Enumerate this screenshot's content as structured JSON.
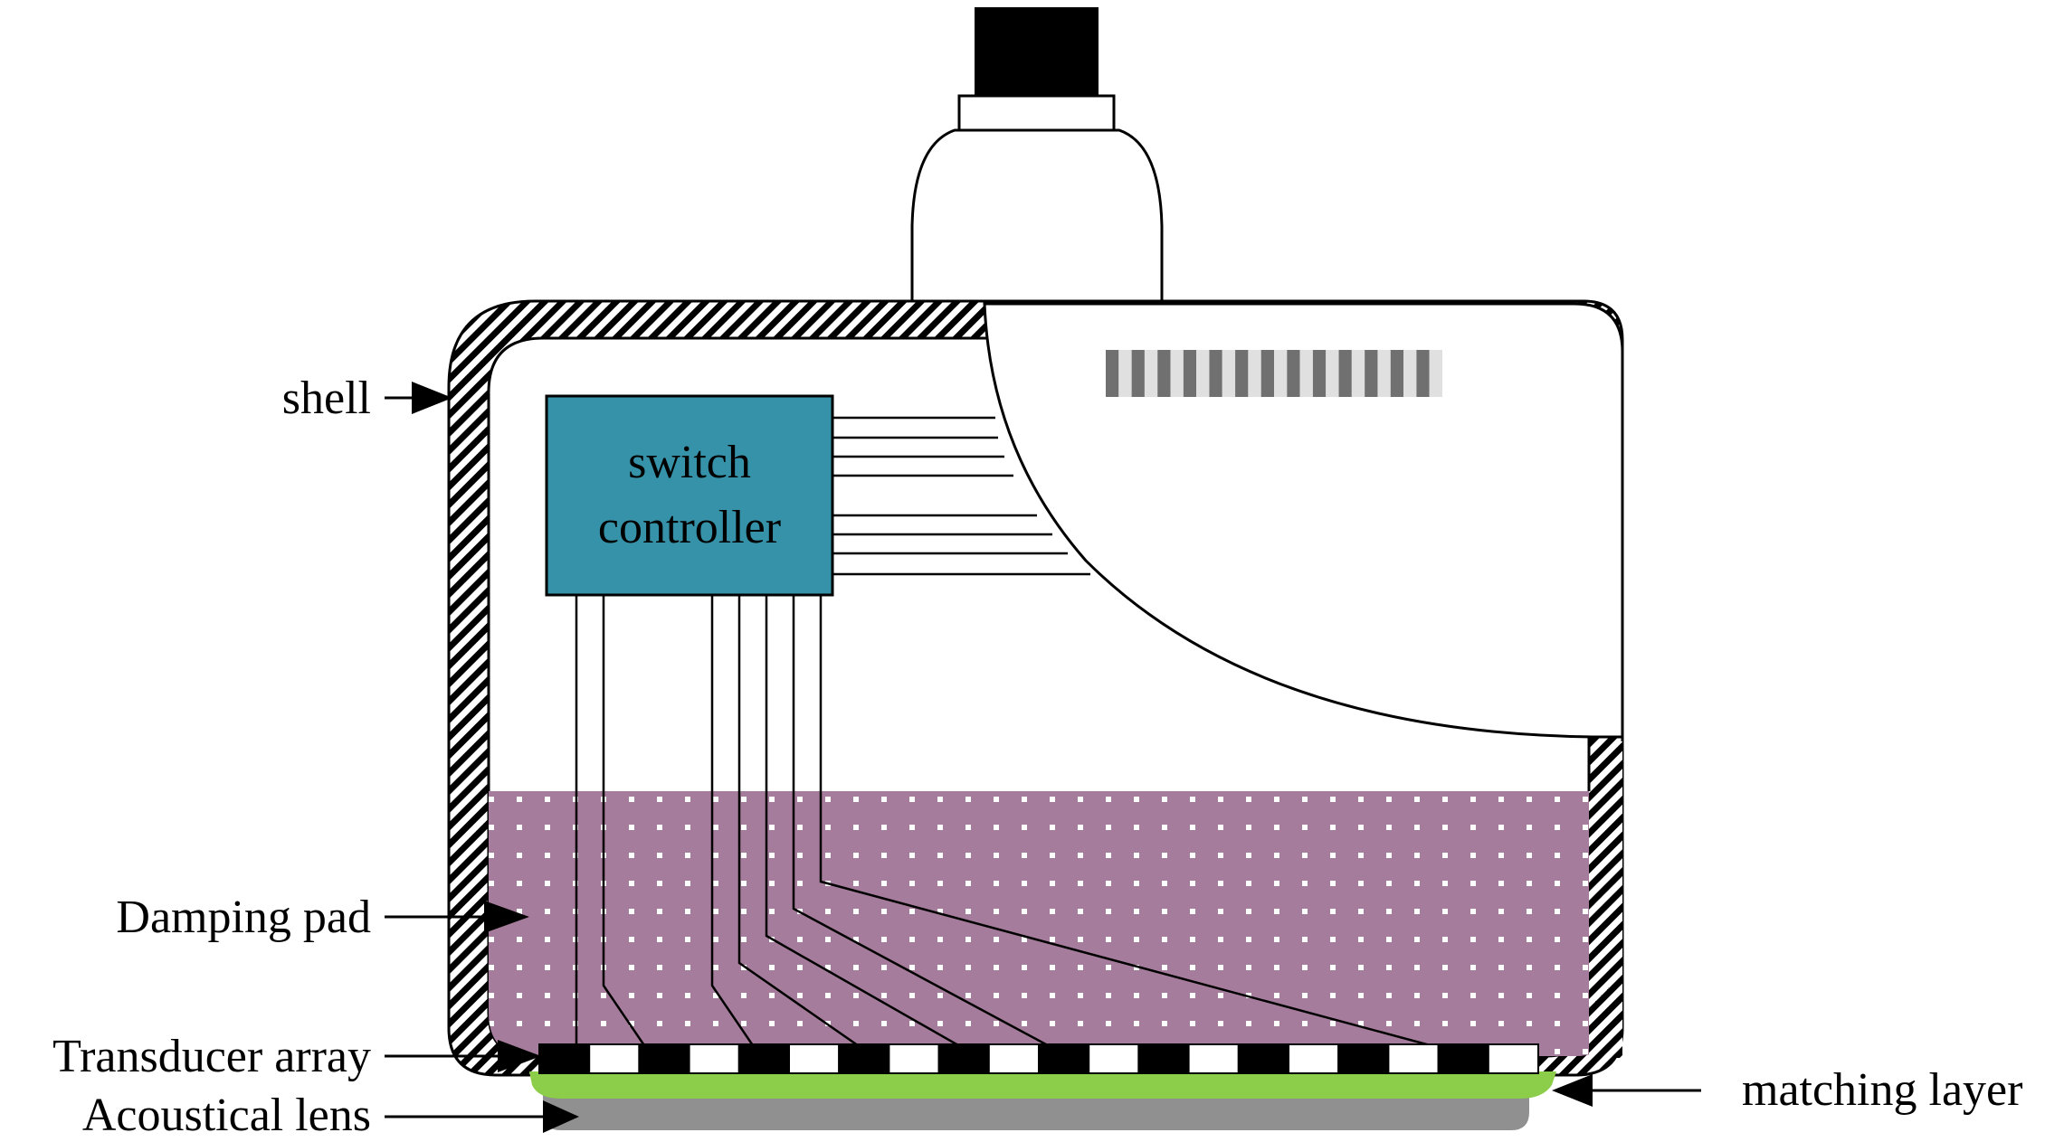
{
  "labels": {
    "shell": "shell",
    "damping_pad": "Damping pad",
    "transducer_array": "Transducer array",
    "acoustical_lens": "Acoustical lens",
    "matching_layer": "matching layer"
  },
  "controller": {
    "line1": "switch",
    "line2": "controller"
  },
  "colors": {
    "controller_fill": "#3592a8",
    "damping_fill": "#a57c9b",
    "matching_layer": "#8ccd4a",
    "acoustical_lens": "#909090",
    "shell_stripe": "#000000"
  },
  "icons": {
    "cable_connector": "cable-plug-icon",
    "arrows": "triangle-arrow-icon"
  }
}
